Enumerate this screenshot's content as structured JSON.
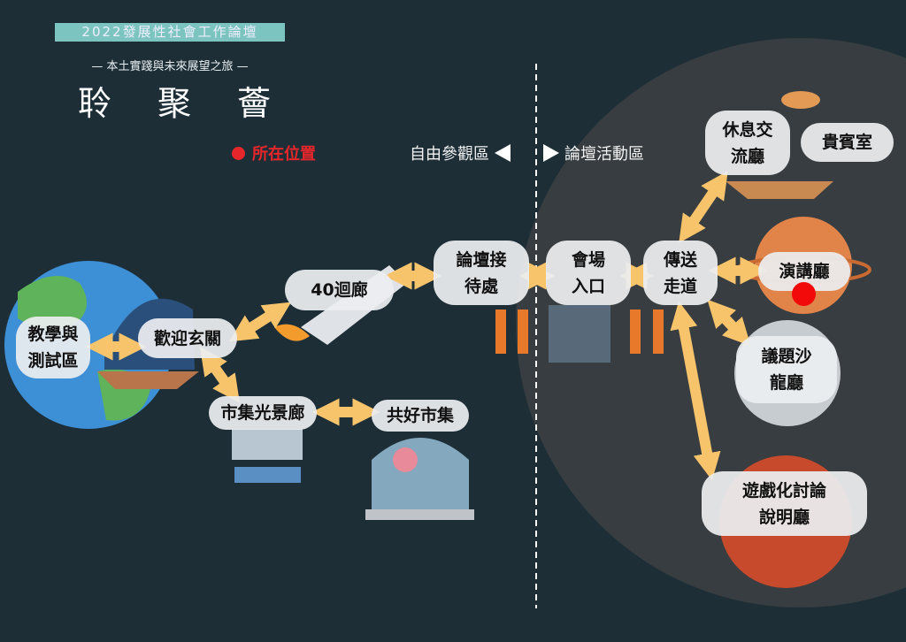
{
  "header": {
    "banner": "2022發展性社會工作論壇",
    "subtitle": "— 本土實踐與未來展望之旅 —",
    "title": "聆聚薈"
  },
  "legend": {
    "current_location": "所在位置",
    "color": "#e5262a"
  },
  "zones": {
    "left": "自由參觀區",
    "right": "論壇活動區"
  },
  "nodes": {
    "teaching": "教學與\n測試區",
    "welcome": "歡迎玄關",
    "corridor40": "40迴廊",
    "reception": "論壇接\n待處",
    "entrance": "會場\n入口",
    "teleport": "傳送\n走道",
    "lounge": "休息交\n流廳",
    "vip": "貴賓室",
    "lecture": "演講廳",
    "salon": "議題沙\n龍廳",
    "gamification": "遊戲化討論\n說明廳",
    "market_gallery": "市集光景廊",
    "market": "共好市集"
  },
  "current_location_node": "lecture",
  "colors": {
    "background": "#1d2e37",
    "arrow": "#f7c46c",
    "node": "#eceef0"
  }
}
